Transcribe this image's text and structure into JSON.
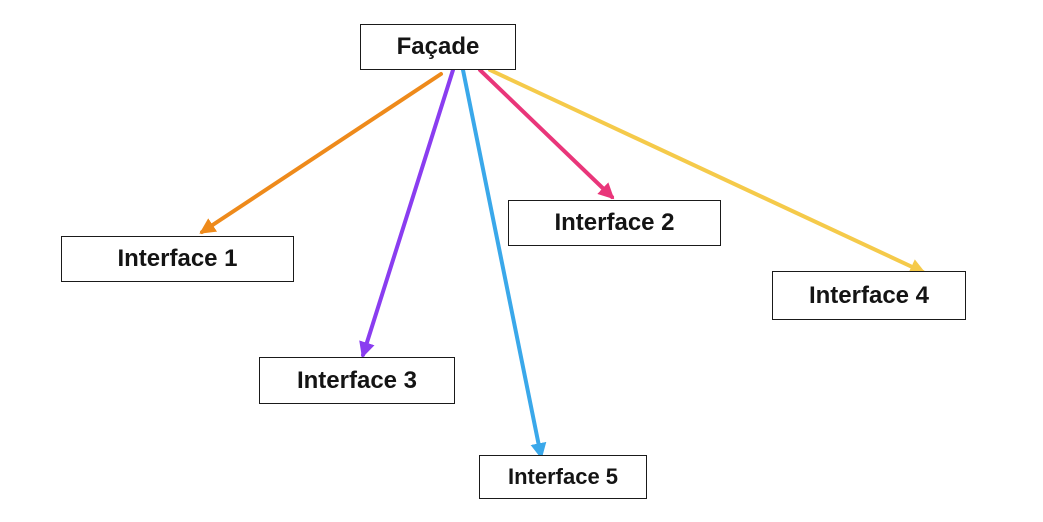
{
  "diagram": {
    "nodes": [
      {
        "id": "facade",
        "label": "Façade"
      },
      {
        "id": "interface-1",
        "label": "Interface 1"
      },
      {
        "id": "interface-2",
        "label": "Interface 2"
      },
      {
        "id": "interface-3",
        "label": "Interface 3"
      },
      {
        "id": "interface-4",
        "label": "Interface 4"
      },
      {
        "id": "interface-5",
        "label": "Interface 5"
      }
    ],
    "edges": [
      {
        "from": "facade",
        "to": "interface-1",
        "color": "#ee8a1b"
      },
      {
        "from": "facade",
        "to": "interface-3",
        "color": "#8a3df0"
      },
      {
        "from": "facade",
        "to": "interface-5",
        "color": "#3aa8ea"
      },
      {
        "from": "facade",
        "to": "interface-2",
        "color": "#e9367a"
      },
      {
        "from": "facade",
        "to": "interface-4",
        "color": "#f5ca4a"
      }
    ]
  }
}
